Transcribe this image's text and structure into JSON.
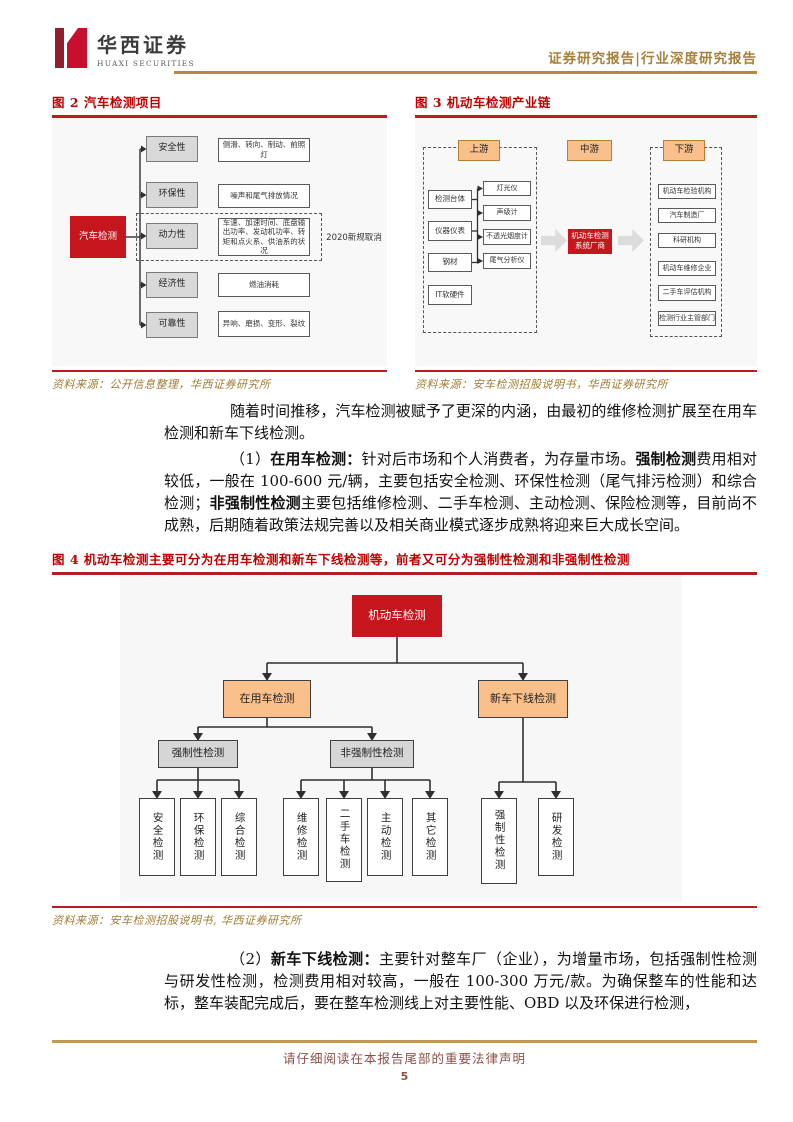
{
  "header": {
    "logo_cn": "华西证券",
    "logo_en": "HUAXI SECURITIES",
    "right_text": "证券研究报告|行业深度研究报告"
  },
  "colors": {
    "accent_red": "#c00000",
    "brand_gold": "#b08a3e",
    "caption_gold": "#9e7b32",
    "box_red": "#c4161c",
    "box_orange": "#f9c08c",
    "footer_maroon": "#8b5048"
  },
  "figure2": {
    "title": "图 2  汽车检测项目",
    "source": "资料来源：公开信息整理，华西证券研究所",
    "root": "汽车检测",
    "note": "2020新规取消",
    "rows": [
      {
        "category": "安全性",
        "detail": "侧滑、转向、制动、前照灯"
      },
      {
        "category": "环保性",
        "detail": "噪声和尾气排放情况"
      },
      {
        "category": "动力性",
        "detail": "车速、加速时间、底盘输出功率、发动机功率、转矩和点火系、供油系的状况"
      },
      {
        "category": "经济性",
        "detail": "燃油消耗"
      },
      {
        "category": "可靠性",
        "detail": "异响、磨损、变形、裂纹"
      }
    ]
  },
  "figure3": {
    "title": "图 3  机动车检测产业链",
    "source": "资料来源：安车检测招股说明书，华西证券研究所",
    "upstream_label": "上游",
    "midstream_label": "中游",
    "downstream_label": "下游",
    "upstream_inputs": [
      "检测台体",
      "仪器仪表",
      "钢材",
      "IT软硬件"
    ],
    "upstream_instruments": [
      "灯光仪",
      "声级计",
      "不透光烟度计",
      "尾气分析仪"
    ],
    "midstream_company_line1": "机动车检测",
    "midstream_company_line2": "系统厂商",
    "downstream_customers": [
      "机动车检验机构",
      "汽车制造厂",
      "科研机构",
      "机动车维修企业",
      "二手车评估机构",
      "检测行业主管部门"
    ]
  },
  "body": {
    "p1": [
      {
        "t": "随着时间推移，汽车检测被赋予了更深的内涵，由最初的维修检测扩展至在用车检测和新车下线检测。",
        "b": false
      }
    ],
    "p2": [
      {
        "t": "（1）",
        "b": false
      },
      {
        "t": "在用车检测：",
        "b": true
      },
      {
        "t": "针对后市场和个人消费者，为存量市场。",
        "b": false
      },
      {
        "t": "强制检测",
        "b": true
      },
      {
        "t": "费用相对较低，一般在 100-600 元/辆，主要包括安全检测、环保性检测（尾气排污检测）和综合检测；",
        "b": false
      },
      {
        "t": "非强制性检测",
        "b": true
      },
      {
        "t": "主要包括维修检测、二手车检测、主动检测、保险检测等，目前尚不成熟，后期随着政策法规完善以及相关商业模式逐步成熟将迎来巨大成长空间。",
        "b": false
      }
    ],
    "p3": [
      {
        "t": "（2）",
        "b": false
      },
      {
        "t": "新车下线检测：",
        "b": true
      },
      {
        "t": "主要针对整车厂（企业），为增量市场，包括强制性检测与研发性检测，检测费用相对较高，一般在 100-300 万元/款。为确保整车的性能和达标，整车装配完成后，要在整车检测线上对主要性能、OBD 以及环保进行检测，",
        "b": false
      }
    ]
  },
  "figure4": {
    "title": "图 4  机动车检测主要可分为在用车检测和新车下线检测等，前者又可分为强制性检测和非强制性检测",
    "source": "资料来源：安车检测招股说明书, 华西证券研究所",
    "root": "机动车检测",
    "level2": [
      "在用车检测",
      "新车下线检测"
    ],
    "level3": [
      "强制性检测",
      "非强制性检测"
    ],
    "mandatory_leaves": [
      "安全检测",
      "环保检测",
      "综合检测"
    ],
    "non_mandatory_leaves": [
      "维修检测",
      "二手车检测",
      "主动检测",
      "其它检测"
    ],
    "newcar_leaves": [
      "强制性检测",
      "研发检测"
    ]
  },
  "footer": {
    "disclaimer": "请仔细阅读在本报告尾部的重要法律声明",
    "page_number": "5"
  }
}
